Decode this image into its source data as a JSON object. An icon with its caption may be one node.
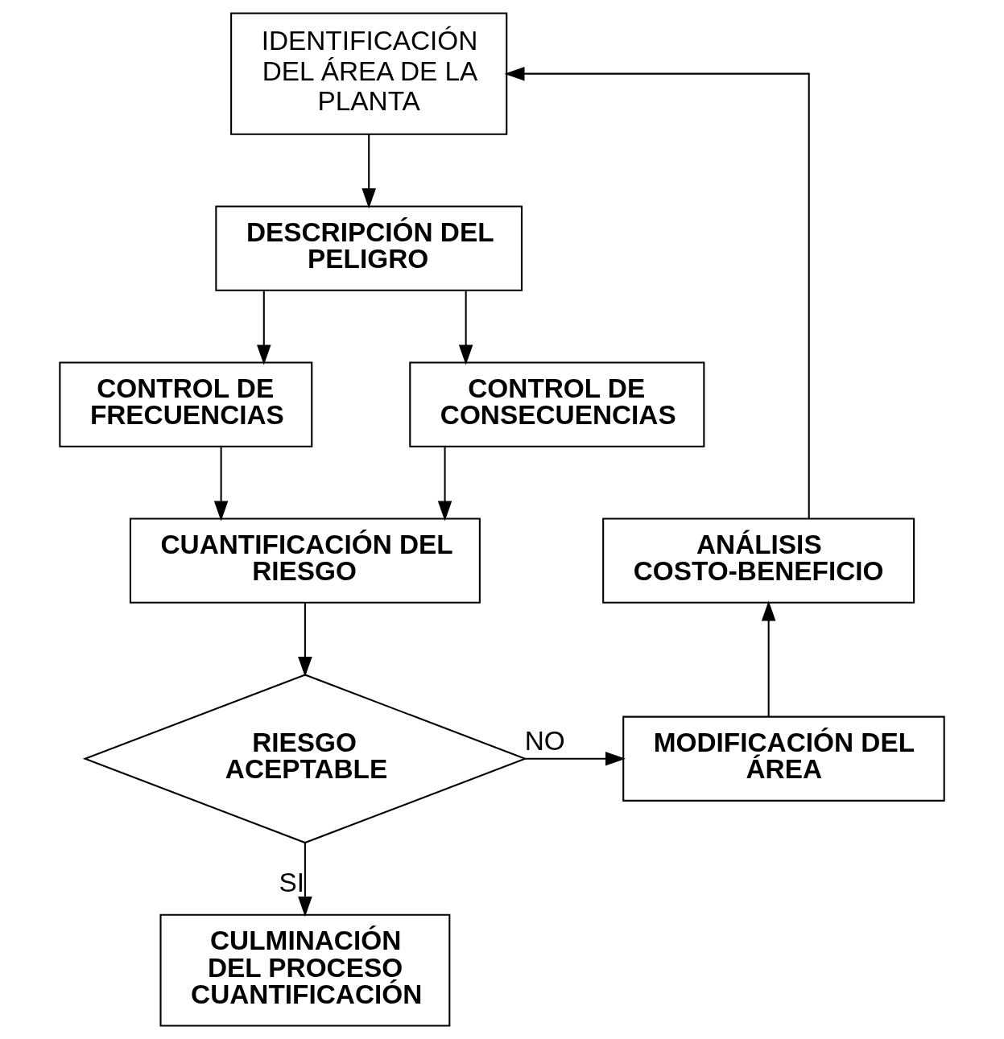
{
  "diagram": {
    "nodes": [
      {
        "text": [
          "IDENTIFICACIÓN DEL ÁREA DE LA PLANTA"
        ]
      },
      {
        "text": [
          "DESCRIPCIÓN DEL PELIGRO"
        ]
      },
      {
        "text": [
          "CONTROL DE FRECUENCIAS"
        ]
      },
      {
        "text": [
          "CONTROL DE CONSECUENCIAS"
        ]
      },
      {
        "text": [
          "CUANTIFICACIÓN DEL RIESGO"
        ]
      },
      {
        "text": [
          "RIESGO ACEPTABLE"
        ]
      },
      {
        "text": [
          "MODIFICACIÓN DEL ÁREA"
        ]
      },
      {
        "text": [
          "ANÁLISIS COSTO-BENEFICIO"
        ]
      },
      {
        "text": [
          "CULMINACIÓN DEL PROCESO CUANTIFICACIÓN"
        ]
      }
    ],
    "edges": [
      {
        "from": 0,
        "to": 1,
        "arrow": "to"
      },
      {
        "from": 1,
        "to": 2,
        "arrow": "to"
      },
      {
        "from": 1,
        "to": 3,
        "arrow": "to"
      },
      {
        "from": 2,
        "to": 4,
        "arrow": "to"
      },
      {
        "from": 3,
        "to": 4,
        "arrow": "to"
      },
      {
        "from": 4,
        "to": 5,
        "arrow": "to"
      },
      {
        "from": 5,
        "to": 6,
        "arrow": "to",
        "label": "NO"
      },
      {
        "from": 6,
        "to": 7,
        "arrow": "to"
      },
      {
        "from": 7,
        "to": 0,
        "arrow": "to"
      },
      {
        "from": 5,
        "to": 8,
        "arrow": "to",
        "label": "SI"
      }
    ]
  }
}
